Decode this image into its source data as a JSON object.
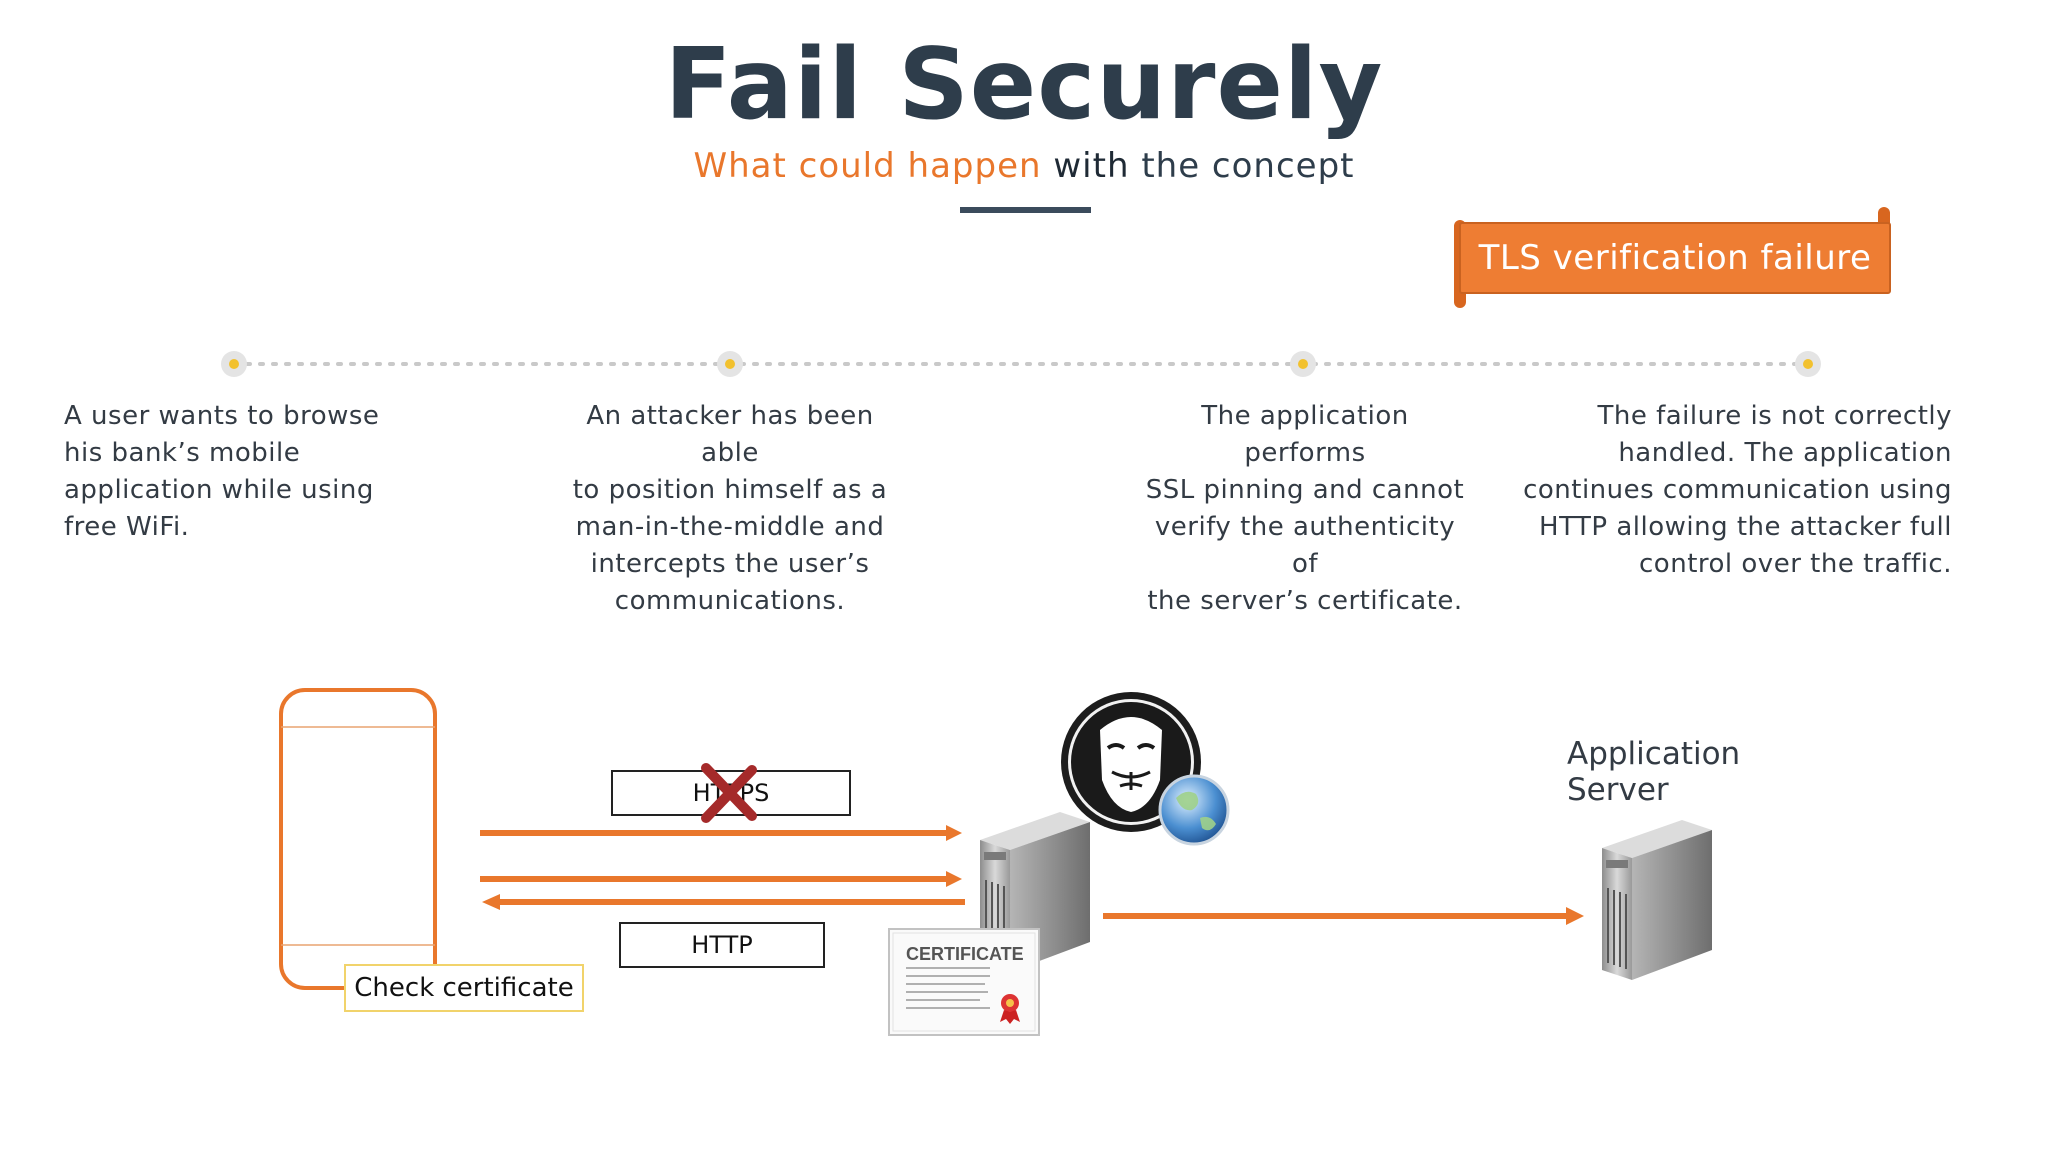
{
  "header": {
    "title": "Fail Securely",
    "subtitle_part1": "What could happen",
    "subtitle_part2": "with",
    "subtitle_part3": "the concept"
  },
  "ribbon": {
    "label": "TLS verification failure"
  },
  "steps": [
    {
      "lines": [
        "A user wants to browse",
        "his bank’s mobile",
        "application while using",
        "free WiFi."
      ]
    },
    {
      "lines": [
        "An attacker has been able",
        "to position himself as a",
        "man-in-the-middle and",
        "intercepts the user’s",
        "communications."
      ]
    },
    {
      "lines": [
        "The application performs",
        "SSL pinning and cannot",
        "verify the authenticity of",
        "the server’s certificate."
      ]
    },
    {
      "lines": [
        "The failure is not correctly",
        "handled. The application",
        "continues communication using",
        "HTTP allowing the attacker full",
        "control over the traffic."
      ]
    }
  ],
  "diagram": {
    "https_label": "HTTPS",
    "http_label": "HTTP",
    "check_label": "Check certificate",
    "server_label_line1": "Application",
    "server_label_line2": "Server",
    "certificate_label": "CERTIFICATE"
  },
  "colors": {
    "accent": "#ee7d33",
    "title": "#2e3d4b",
    "timeline_dot": "#f2c12e"
  }
}
